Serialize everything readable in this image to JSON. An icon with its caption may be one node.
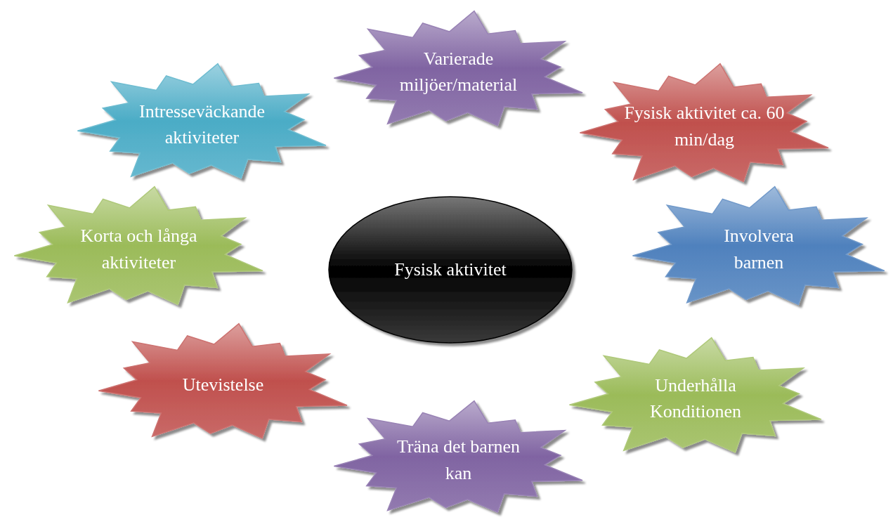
{
  "diagram": {
    "nodes": [
      {
        "text": [
          "Varierade miljöer/material"
        ]
      },
      {
        "text": [
          "Intresseväckande aktiviteter"
        ]
      },
      {
        "text": [
          "Fysisk aktivitet ca. 60 min/dag"
        ]
      },
      {
        "text": [
          "Korta och långa aktiviteter"
        ]
      },
      {
        "text": [
          "Fysisk aktivitet"
        ]
      },
      {
        "text": [
          "Involvera barnen"
        ]
      },
      {
        "text": [
          "Utevistelse"
        ]
      },
      {
        "text": [
          "Underhålla Konditionen"
        ]
      },
      {
        "text": [
          "Träna det barnen kan"
        ]
      }
    ]
  }
}
